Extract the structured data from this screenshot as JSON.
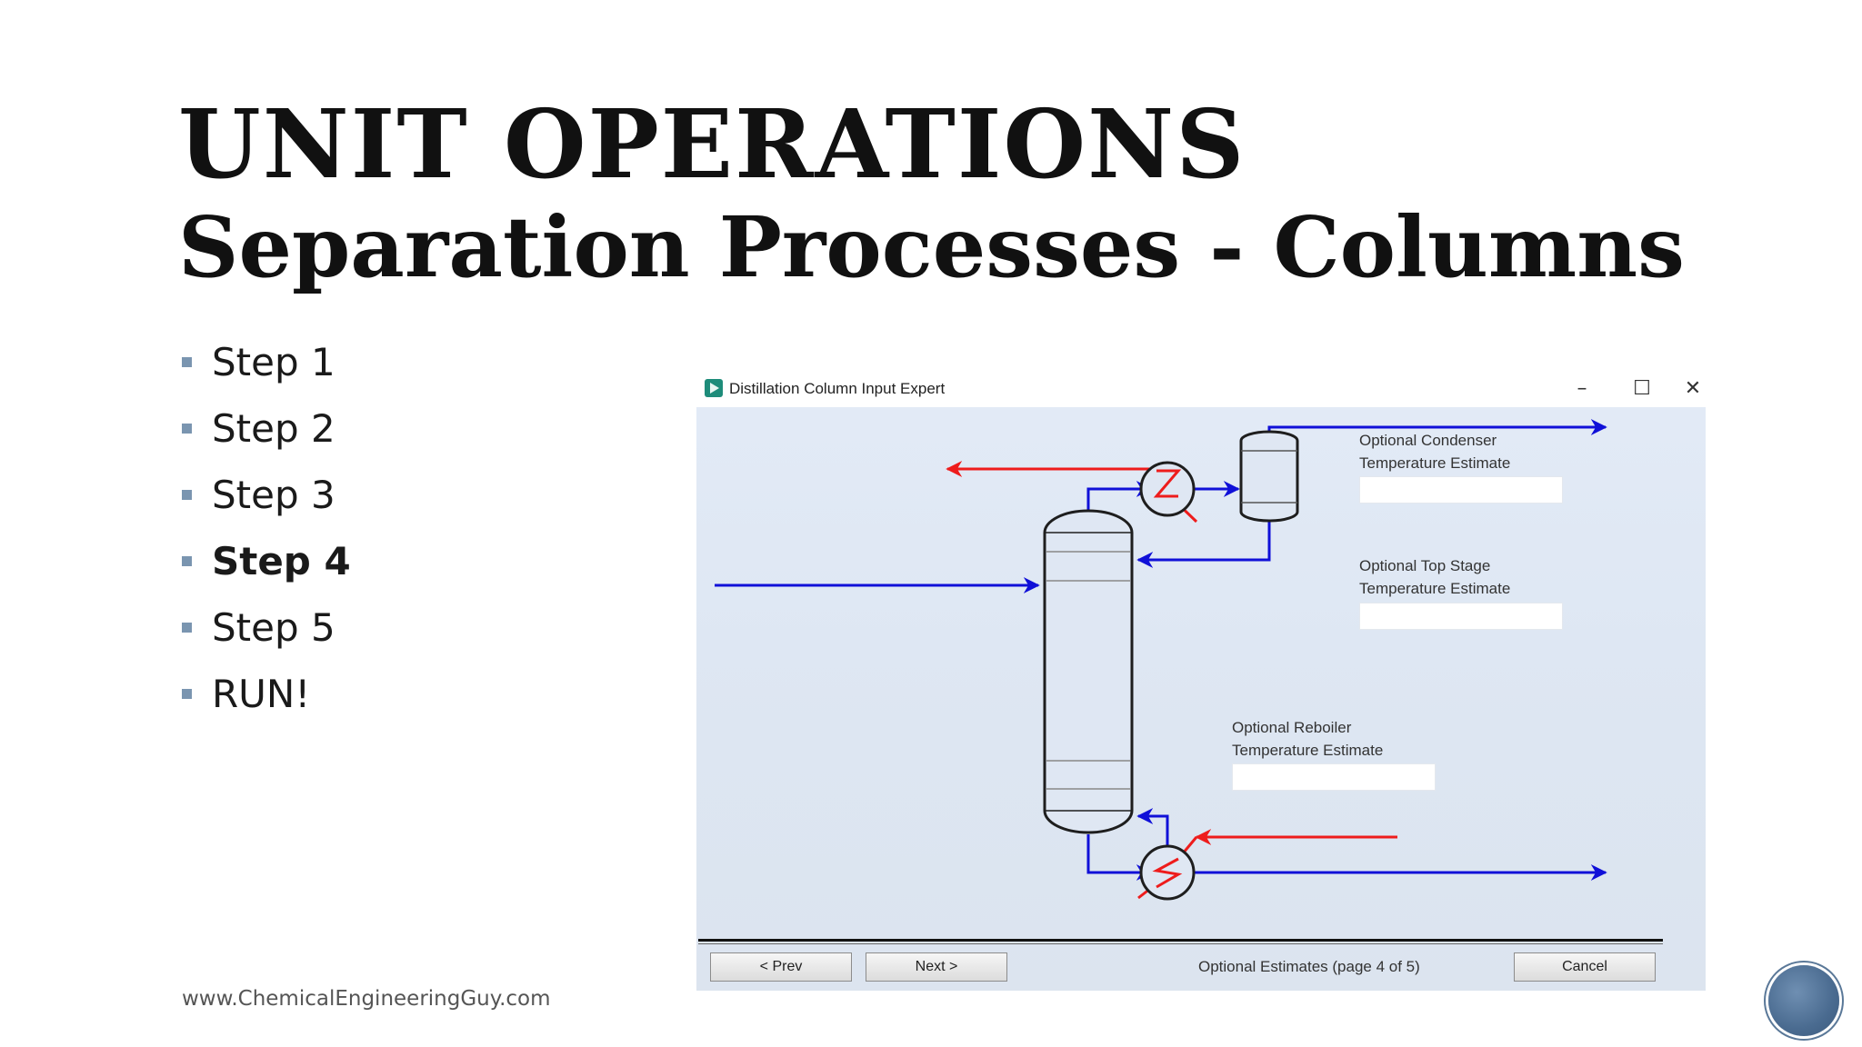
{
  "slide": {
    "title": "UNIT OPERATIONS",
    "subtitle": "Separation Processes - Columns",
    "bullets": [
      {
        "text": "Step 1",
        "bold": false
      },
      {
        "text": "Step 2",
        "bold": false
      },
      {
        "text": "Step 3",
        "bold": false
      },
      {
        "text": "Step 4",
        "bold": true
      },
      {
        "text": "Step 5",
        "bold": false
      },
      {
        "text": "RUN!",
        "bold": false
      }
    ],
    "website": "www.ChemicalEngineeringGuy.com"
  },
  "window": {
    "title": "Distillation Column Input Expert",
    "controls": {
      "minimize": "–",
      "maximize": "☐",
      "close": "✕"
    },
    "fields": {
      "condenser": {
        "label_line1": "Optional Condenser",
        "label_line2": "Temperature Estimate",
        "value": ""
      },
      "top_stage": {
        "label_line1": "Optional Top Stage",
        "label_line2": "Temperature Estimate",
        "value": ""
      },
      "reboiler": {
        "label_line1": "Optional Reboiler",
        "label_line2": "Temperature Estimate",
        "value": ""
      }
    },
    "buttons": {
      "prev": "< Prev",
      "next": "Next >",
      "cancel": "Cancel"
    },
    "status": "Optional Estimates (page 4 of 5)"
  },
  "colors": {
    "hot_stream": "#ee1c1c",
    "process_stream": "#1010d8",
    "equipment": "#1e1e1e",
    "bullet": "#7a95b0"
  }
}
